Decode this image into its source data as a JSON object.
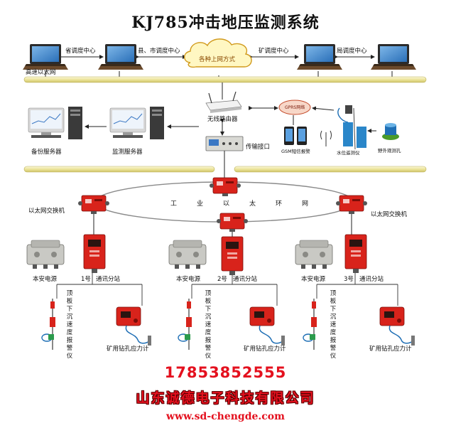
{
  "title": "KJ785冲击地压监测系统",
  "network": {
    "internet_cloud": "各种上网方式",
    "high_speed_ethernet": "高速以太网",
    "wireless_router": "无线路由器",
    "transmission_interface": "传输接口",
    "gprs_network": "GPRS网络",
    "gsm_alarm": "GSM短信报警",
    "water_level_meter": "水位遥测仪",
    "field_observation_hole": "野外观测孔",
    "ethernet_switch_left": "以太网交换机",
    "ethernet_switch_right": "以太网交换机",
    "industrial_ring": "工业以太环网"
  },
  "dispatch_centers": [
    {
      "label": "省调度中心"
    },
    {
      "label": "县、市调度中心"
    },
    {
      "label": "矿调度中心"
    },
    {
      "label": "局调度中心"
    }
  ],
  "servers": [
    {
      "label": "备份服务器"
    },
    {
      "label": "监测服务器"
    }
  ],
  "substations": [
    {
      "power_label": "本安电源",
      "number": "1号",
      "station_label": "通讯分站",
      "subsidence_alarm": "顶板下沉速度报警仪",
      "stress_meter": "矿用钻孔应力计"
    },
    {
      "power_label": "本安电源",
      "number": "2号",
      "station_label": "通讯分站",
      "subsidence_alarm": "顶板下沉速度报警仪",
      "stress_meter": "矿用钻孔应力计"
    },
    {
      "power_label": "本安电源",
      "number": "3号",
      "station_label": "通讯分站",
      "subsidence_alarm": "顶板下沉速度报警仪",
      "stress_meter": "矿用钻孔应力计"
    }
  ],
  "footer": {
    "phone": "17853852555",
    "company": "山东诚德电子科技有限公司",
    "url": "www.sd-chengde.com"
  },
  "colors": {
    "device_red": "#d8231b",
    "bus_yellow": "#f3eeb0",
    "bus_edge": "#b9b05a",
    "footer_red": "#e4101e",
    "cloud_fill": "#fff7c2"
  }
}
